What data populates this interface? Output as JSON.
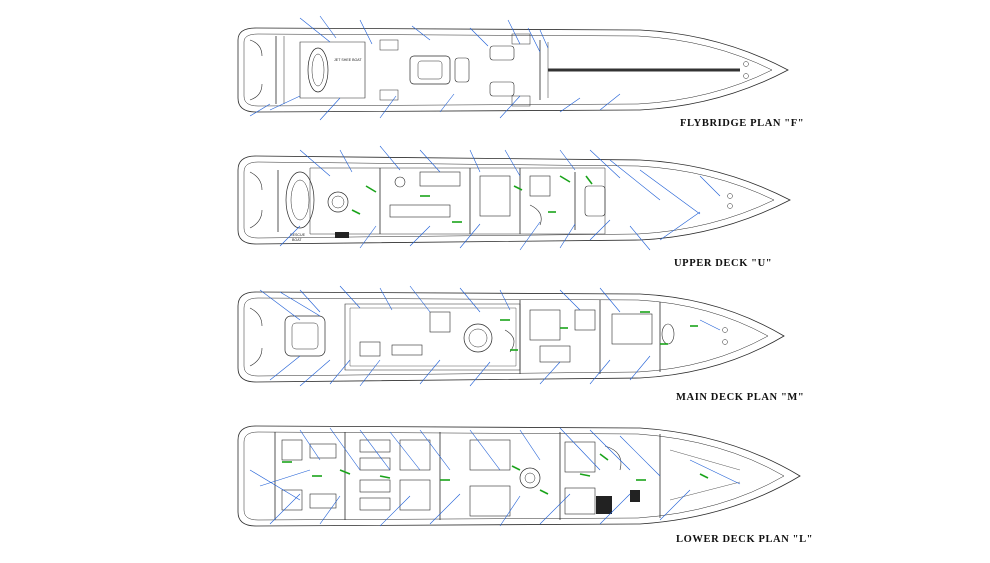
{
  "decks": [
    {
      "id": "flybridge",
      "caption": "FLYBRIDGE PLAN \"F\"",
      "labels": [
        "JET SHEE BOAT"
      ]
    },
    {
      "id": "upper",
      "caption": "UPPER DECK \"U\"",
      "labels": [
        "RESCUE",
        "BOAT"
      ]
    },
    {
      "id": "main",
      "caption": "MAIN DECK PLAN \"M\"",
      "labels": []
    },
    {
      "id": "lower",
      "caption": "LOWER DECK PLAN \"L\"",
      "labels": []
    }
  ],
  "colors": {
    "background": "#ffffff",
    "linework": "#2b2b2b",
    "camera_lines": "#1f5fd6",
    "direction_arrows": "#1aa31a"
  }
}
